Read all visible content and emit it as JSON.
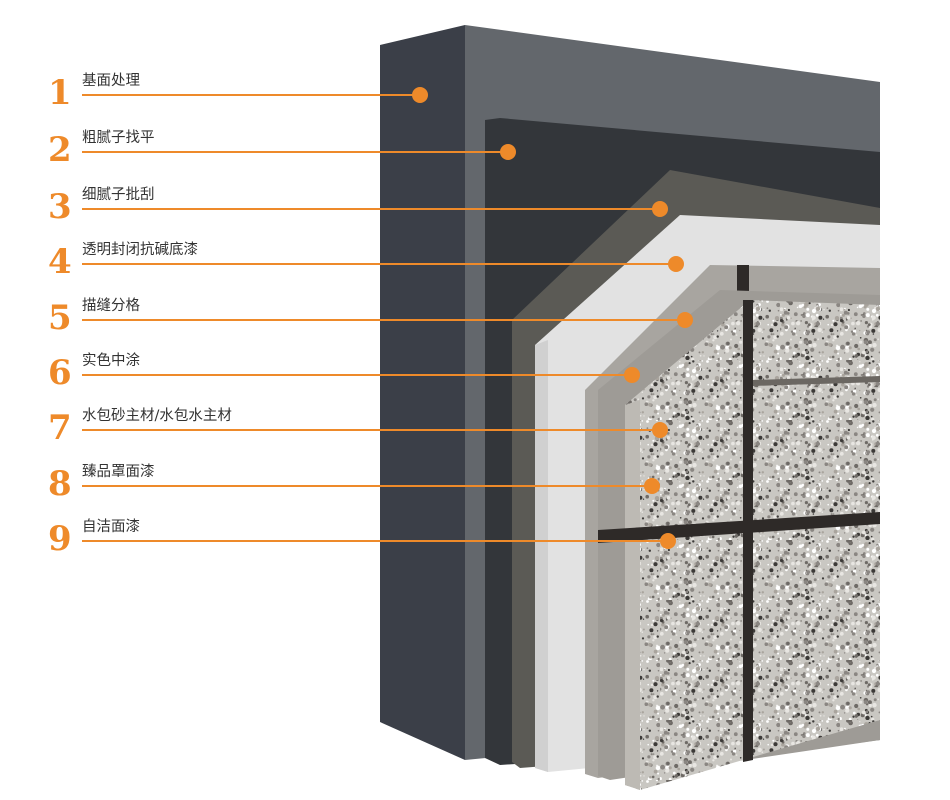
{
  "title": "墙面涂层结构示意",
  "accent_color": "#ee8a2a",
  "layers": [
    {
      "number": "1",
      "label": "基面处理"
    },
    {
      "number": "2",
      "label": "粗腻子找平"
    },
    {
      "number": "3",
      "label": "细腻子批刮"
    },
    {
      "number": "4",
      "label": "透明封闭抗碱底漆"
    },
    {
      "number": "5",
      "label": "描缝分格"
    },
    {
      "number": "6",
      "label": "实色中涂"
    },
    {
      "number": "7",
      "label": "水包砂主材/水包水主材"
    },
    {
      "number": "8",
      "label": "臻品罩面漆"
    },
    {
      "number": "9",
      "label": "自洁面漆"
    }
  ]
}
